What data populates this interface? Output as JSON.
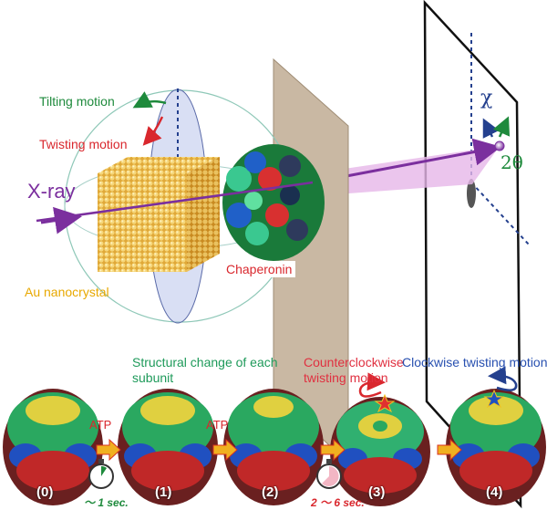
{
  "labels": {
    "tilting": "Tilting motion",
    "twisting": "Twisting motion",
    "xray": "X-ray",
    "au": "Au nanocrystal",
    "chaperonin": "Chaperonin",
    "chi": "χ",
    "two_theta": "2θ",
    "structural_change": "Structural change of each subunit",
    "ccw": "Counterclockwise twisting motion",
    "cw": "Clockwise twisting motion"
  },
  "atp": [
    "ATP",
    "ATP"
  ],
  "steps": [
    "(0)",
    "(1)",
    "(2)",
    "(3)",
    "(4)"
  ],
  "times": [
    "～ 1 sec.",
    "2 ～ 6 sec."
  ],
  "colors": {
    "tilt": "#1e8a3c",
    "twist": "#d9272d",
    "xray": "#7b2f9e",
    "au": "#e8a800",
    "chi": "#24408e",
    "screen": "#c9b8a3",
    "arrow": "#f0b020"
  },
  "icons": [
    "stopwatch-icon",
    "stopwatch-icon",
    "twist-arrow-icon",
    "twist-arrow-icon",
    "step-arrow-icon"
  ]
}
